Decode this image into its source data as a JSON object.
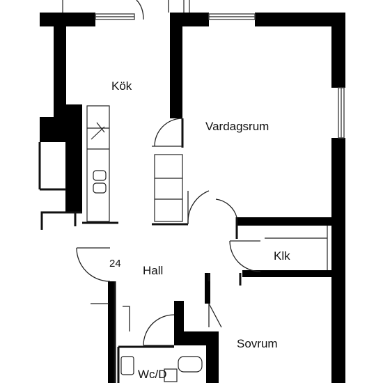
{
  "floor_plan": {
    "rooms": {
      "kitchen": "Kök",
      "living_room": "Vardagsrum",
      "hall": "Hall",
      "closet": "Klk",
      "bedroom": "Sovrum",
      "wc": "Wc/D"
    },
    "hall_number": "24"
  },
  "colors": {
    "wall": "#000000",
    "line": "#222222",
    "background": "#ffffff"
  }
}
